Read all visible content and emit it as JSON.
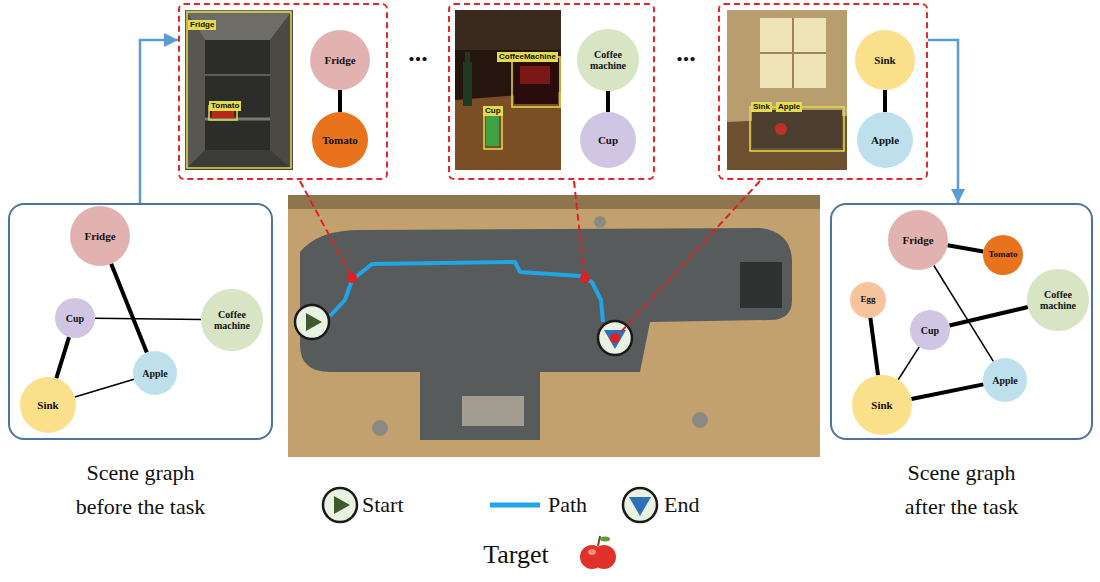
{
  "diagram": {
    "nodes": [
      {
        "text": [
          "Fridge",
          "Tomato"
        ]
      },
      {
        "text": [
          "Fridge"
        ],
        "in": 0
      },
      {
        "text": [
          "Tomato"
        ],
        "in": 0
      },
      {
        "text": [
          "CoffeeMachine",
          "Cup"
        ]
      },
      {
        "text": [
          "Coffee machine"
        ],
        "in": 3
      },
      {
        "text": [
          "Cup"
        ],
        "in": 3
      },
      {
        "text": [
          "Sink",
          "Apple"
        ]
      },
      {
        "text": [
          "Sink"
        ],
        "in": 6
      },
      {
        "text": [
          "Apple"
        ],
        "in": 6
      },
      {
        "text": [
          "Scene graph before the task"
        ]
      },
      {
        "text": [
          "Fridge"
        ],
        "in": 9
      },
      {
        "text": [
          "Cup"
        ],
        "in": 9
      },
      {
        "text": [
          "Coffee machine"
        ],
        "in": 9
      },
      {
        "text": [
          "Apple"
        ],
        "in": 9
      },
      {
        "text": [
          "Sink"
        ],
        "in": 9
      },
      {
        "text": [
          "Scene graph after the task"
        ]
      },
      {
        "text": [
          "Fridge"
        ],
        "in": 15
      },
      {
        "text": [
          "Tomato"
        ],
        "in": 15
      },
      {
        "text": [
          "Egg"
        ],
        "in": 15
      },
      {
        "text": [
          "Cup"
        ],
        "in": 15
      },
      {
        "text": [
          "Coffee machine"
        ],
        "in": 15
      },
      {
        "text": [
          "Apple"
        ],
        "in": 15
      },
      {
        "text": [
          "Sink"
        ],
        "in": 15
      }
    ],
    "edges": [
      {
        "from": 9,
        "to": 0,
        "arrow": "to"
      },
      {
        "from": 1,
        "to": 2,
        "arrow": "none"
      },
      {
        "from": 4,
        "to": 5,
        "arrow": "none"
      },
      {
        "from": 6,
        "to": 15,
        "arrow": "to"
      },
      {
        "from": 7,
        "to": 8,
        "arrow": "none"
      },
      {
        "from": 10,
        "to": 13,
        "arrow": "none"
      },
      {
        "from": 11,
        "to": 14,
        "arrow": "none"
      },
      {
        "from": 11,
        "to": 12,
        "arrow": "none"
      },
      {
        "from": 14,
        "to": 13,
        "arrow": "none"
      },
      {
        "from": 16,
        "to": 17,
        "arrow": "none"
      },
      {
        "from": 16,
        "to": 21,
        "arrow": "none"
      },
      {
        "from": 18,
        "to": 22,
        "arrow": "none"
      },
      {
        "from": 19,
        "to": 20,
        "arrow": "none"
      },
      {
        "from": 19,
        "to": 22,
        "arrow": "none"
      },
      {
        "from": 22,
        "to": 21,
        "arrow": "none"
      }
    ],
    "labels": [
      "...",
      "...",
      "Target"
    ],
    "legend": [
      {
        "text": "Start"
      },
      {
        "text": "Path"
      },
      {
        "text": "End"
      }
    ]
  }
}
